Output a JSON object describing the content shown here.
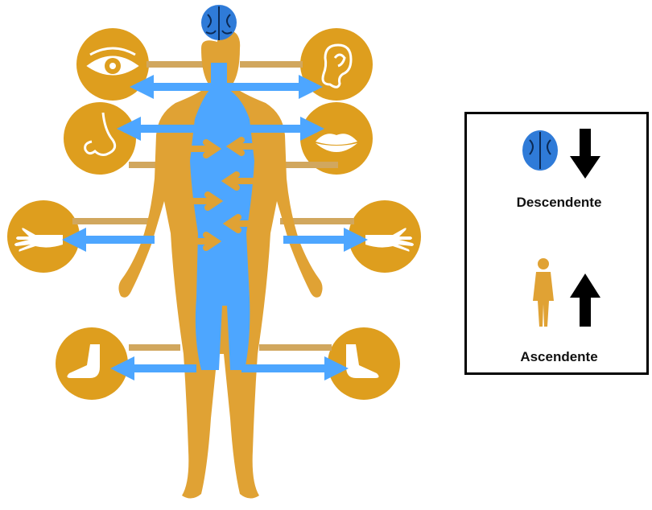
{
  "colors": {
    "body": "#E0A234",
    "circle": "#DE9E1E",
    "nerve": "#4DA6FF",
    "afferent": "#D1A75E",
    "brain": "#2F7BD8",
    "legend_border": "#000000",
    "legend_arrow": "#000000"
  },
  "icons": {
    "brain": "brain-icon",
    "eye": "eye-icon",
    "ear": "ear-icon",
    "nose": "nose-icon",
    "mouth": "mouth-icon",
    "left_hand": "hand-icon",
    "right_hand": "hand-icon",
    "left_foot": "foot-icon",
    "right_foot": "foot-icon"
  },
  "legend": {
    "descending_label": "Descendente",
    "ascending_label": "Ascendente",
    "descending_direction": "down",
    "ascending_direction": "up"
  }
}
